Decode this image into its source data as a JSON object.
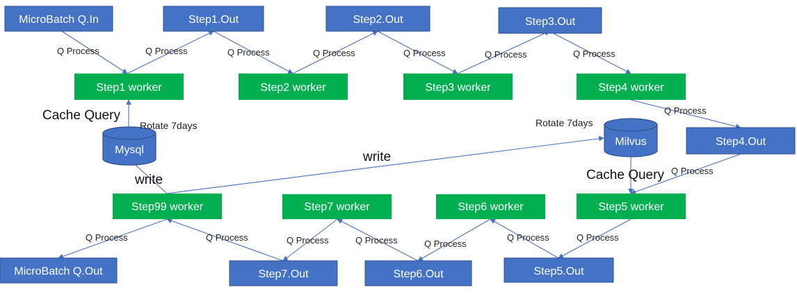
{
  "colors": {
    "queue": "#4472C4",
    "worker": "#00B050",
    "database": "#4472C4",
    "arrow": "#4472C4",
    "text_on_node": "#FFFFFF"
  },
  "nodes": {
    "microbatch_q_in": "MicroBatch Q.In",
    "step1_out": "Step1.Out",
    "step2_out": "Step2.Out",
    "step3_out": "Step3.Out",
    "step4_out": "Step4.Out",
    "step5_out": "Step5.Out",
    "step6_out": "Step6.Out",
    "step7_out": "Step7.Out",
    "microbatch_q_out": "MicroBatch Q.Out",
    "step1_worker": "Step1 worker",
    "step2_worker": "Step2 worker",
    "step3_worker": "Step3 worker",
    "step4_worker": "Step4 worker",
    "step5_worker": "Step5 worker",
    "step6_worker": "Step6 worker",
    "step7_worker": "Step7 worker",
    "step99_worker": "Step99 worker",
    "mysql": "Mysql",
    "milvus": "Milvus"
  },
  "edge_labels": {
    "q_process": "Q Process",
    "cache_query": "Cache Query",
    "rotate_7days": "Rotate 7days",
    "write": "write"
  }
}
